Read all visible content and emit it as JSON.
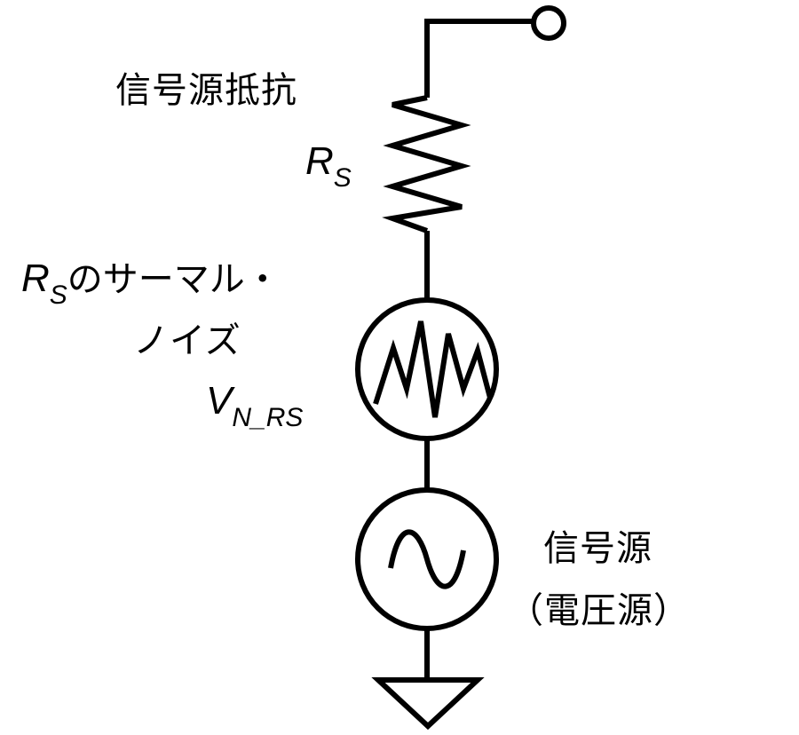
{
  "labels": {
    "resistor_name": "信号源抵抗",
    "resistor_symbol": "R",
    "resistor_symbol_sub": "S",
    "noise_symbol": "R",
    "noise_symbol_sub": "S",
    "noise_desc_line1": "のサーマル・",
    "noise_desc_line2": "ノイズ",
    "noise_voltage": "V",
    "noise_voltage_sub": "N_RS",
    "source_line1": "信号源",
    "source_line2": "（電圧源）"
  }
}
